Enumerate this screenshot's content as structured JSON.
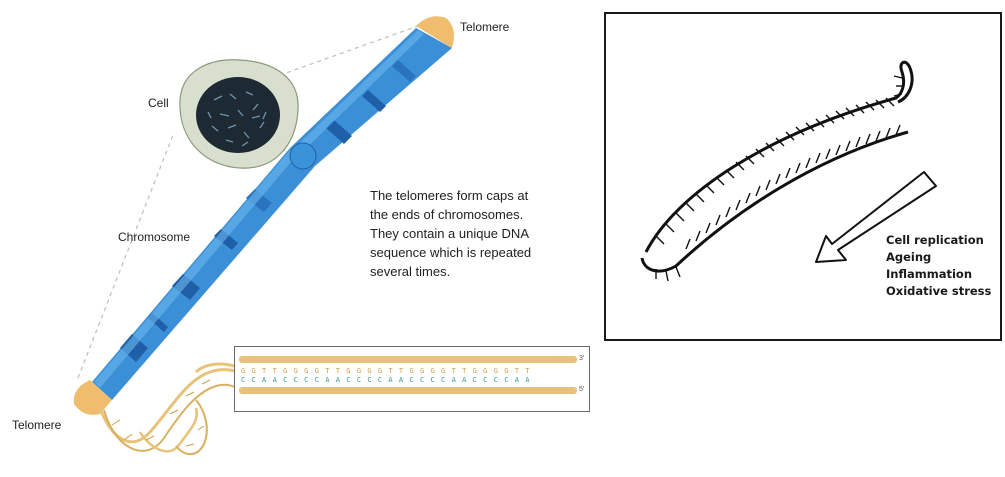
{
  "labels": {
    "telomere_top": "Telomere",
    "telomere_bottom": "Telomere",
    "cell": "Cell",
    "chromosome": "Chromosome"
  },
  "description_lines": [
    "The telomeres form caps at",
    "the ends of chromosomes.",
    "They contain a unique DNA",
    "sequence which is repeated",
    "several times."
  ],
  "sequence": {
    "top": "G G T T G G G G T T G G G G T T G G G G T T G G G G T T",
    "bottom": "C C A A C C C C A A C C C C A A C C C C A A C C C C A A",
    "top_end": "3'",
    "bottom_end": "5'"
  },
  "stress_factors": [
    "Cell replication",
    "Ageing",
    "Inflammation",
    "Oxidative stress"
  ],
  "colors": {
    "chromosome_blue": "#3b8fd6",
    "chromosome_band": "#1f5fa8",
    "telomere_cap": "#f0bd6e",
    "cell_fill": "#d9dfcf",
    "nucleus": "#1d2a33",
    "strand_gold": "#e8c27a",
    "strand_teal": "#8fd3c2"
  }
}
